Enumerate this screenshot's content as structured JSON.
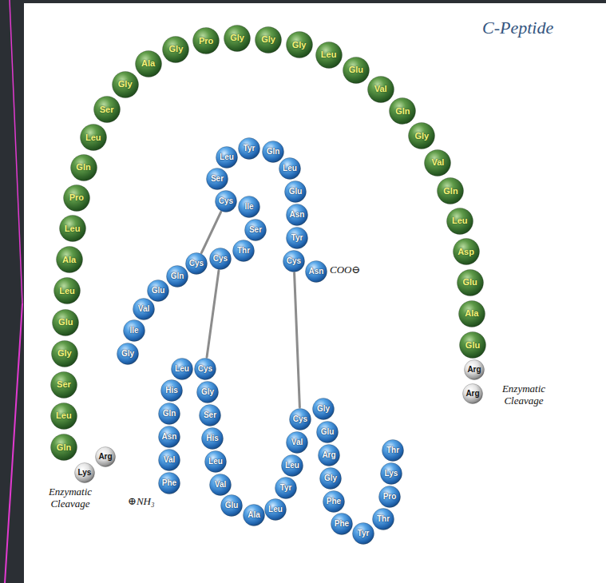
{
  "diagram": {
    "nodes": [
      {
        "text": [
          "Phe"
        ]
      },
      {
        "text": [
          "Val"
        ]
      },
      {
        "text": [
          "Asn"
        ]
      },
      {
        "text": [
          "Gln"
        ]
      },
      {
        "text": [
          "His"
        ]
      },
      {
        "text": [
          "Leu"
        ]
      },
      {
        "text": [
          "Cys"
        ]
      },
      {
        "text": [
          "Gly"
        ]
      },
      {
        "text": [
          "Ser"
        ]
      },
      {
        "text": [
          "His"
        ]
      },
      {
        "text": [
          "Leu"
        ]
      },
      {
        "text": [
          "Val"
        ]
      },
      {
        "text": [
          "Glu"
        ]
      },
      {
        "text": [
          "Ala"
        ]
      },
      {
        "text": [
          "Leu"
        ]
      },
      {
        "text": [
          "Tyr"
        ]
      },
      {
        "text": [
          "Leu"
        ]
      },
      {
        "text": [
          "Val"
        ]
      },
      {
        "text": [
          "Cys"
        ]
      },
      {
        "text": [
          "Gly"
        ]
      },
      {
        "text": [
          "Glu"
        ]
      },
      {
        "text": [
          "Arg"
        ]
      },
      {
        "text": [
          "Gly"
        ]
      },
      {
        "text": [
          "Phe"
        ]
      },
      {
        "text": [
          "Phe"
        ]
      },
      {
        "text": [
          "Tyr"
        ]
      },
      {
        "text": [
          "Thr"
        ]
      },
      {
        "text": [
          "Pro"
        ]
      },
      {
        "text": [
          "Lys"
        ]
      },
      {
        "text": [
          "Thr"
        ]
      },
      {
        "text": [
          "Arg"
        ]
      },
      {
        "text": [
          "Arg"
        ]
      },
      {
        "text": [
          "Glu"
        ]
      },
      {
        "text": [
          "Ala"
        ]
      },
      {
        "text": [
          "Glu"
        ]
      },
      {
        "text": [
          "Asp"
        ]
      },
      {
        "text": [
          "Leu"
        ]
      },
      {
        "text": [
          "Gln"
        ]
      },
      {
        "text": [
          "Val"
        ]
      },
      {
        "text": [
          "Gly"
        ]
      },
      {
        "text": [
          "Gln"
        ]
      },
      {
        "text": [
          "Val"
        ]
      },
      {
        "text": [
          "Glu"
        ]
      },
      {
        "text": [
          "Leu"
        ]
      },
      {
        "text": [
          "Gly"
        ]
      },
      {
        "text": [
          "Gly"
        ]
      },
      {
        "text": [
          "Gly"
        ]
      },
      {
        "text": [
          "Pro"
        ]
      },
      {
        "text": [
          "Gly"
        ]
      },
      {
        "text": [
          "Ala"
        ]
      },
      {
        "text": [
          "Gly"
        ]
      },
      {
        "text": [
          "Ser"
        ]
      },
      {
        "text": [
          "Leu"
        ]
      },
      {
        "text": [
          "Gln"
        ]
      },
      {
        "text": [
          "Pro"
        ]
      },
      {
        "text": [
          "Leu"
        ]
      },
      {
        "text": [
          "Ala"
        ]
      },
      {
        "text": [
          "Leu"
        ]
      },
      {
        "text": [
          "Glu"
        ]
      },
      {
        "text": [
          "Gly"
        ]
      },
      {
        "text": [
          "Ser"
        ]
      },
      {
        "text": [
          "Leu"
        ]
      },
      {
        "text": [
          "Gln"
        ]
      },
      {
        "text": [
          "Lys"
        ]
      },
      {
        "text": [
          "Arg"
        ]
      },
      {
        "text": [
          "Gly"
        ]
      },
      {
        "text": [
          "Ile"
        ]
      },
      {
        "text": [
          "Val"
        ]
      },
      {
        "text": [
          "Glu"
        ]
      },
      {
        "text": [
          "Gln"
        ]
      },
      {
        "text": [
          "Cys"
        ]
      },
      {
        "text": [
          "Cys"
        ]
      },
      {
        "text": [
          "Thr"
        ]
      },
      {
        "text": [
          "Ser"
        ]
      },
      {
        "text": [
          "Ile"
        ]
      },
      {
        "text": [
          "Cys"
        ]
      },
      {
        "text": [
          "Ser"
        ]
      },
      {
        "text": [
          "Leu"
        ]
      },
      {
        "text": [
          "Tyr"
        ]
      },
      {
        "text": [
          "Gln"
        ]
      },
      {
        "text": [
          "Leu"
        ]
      },
      {
        "text": [
          "Glu"
        ]
      },
      {
        "text": [
          "Asn"
        ]
      },
      {
        "text": [
          "Tyr"
        ]
      },
      {
        "text": [
          "Cys"
        ]
      },
      {
        "text": [
          "Asn"
        ]
      }
    ],
    "edges": [
      {
        "from": 70,
        "to": 75,
        "arrow": "none"
      },
      {
        "from": 71,
        "to": 6,
        "arrow": "none"
      },
      {
        "from": 84,
        "to": 18,
        "arrow": "none"
      }
    ],
    "labels": [
      "C-Peptide",
      "COO⊖",
      "⊕NH₃",
      "Enzymatic Cleavage",
      "Enzymatic Cleavage"
    ]
  }
}
